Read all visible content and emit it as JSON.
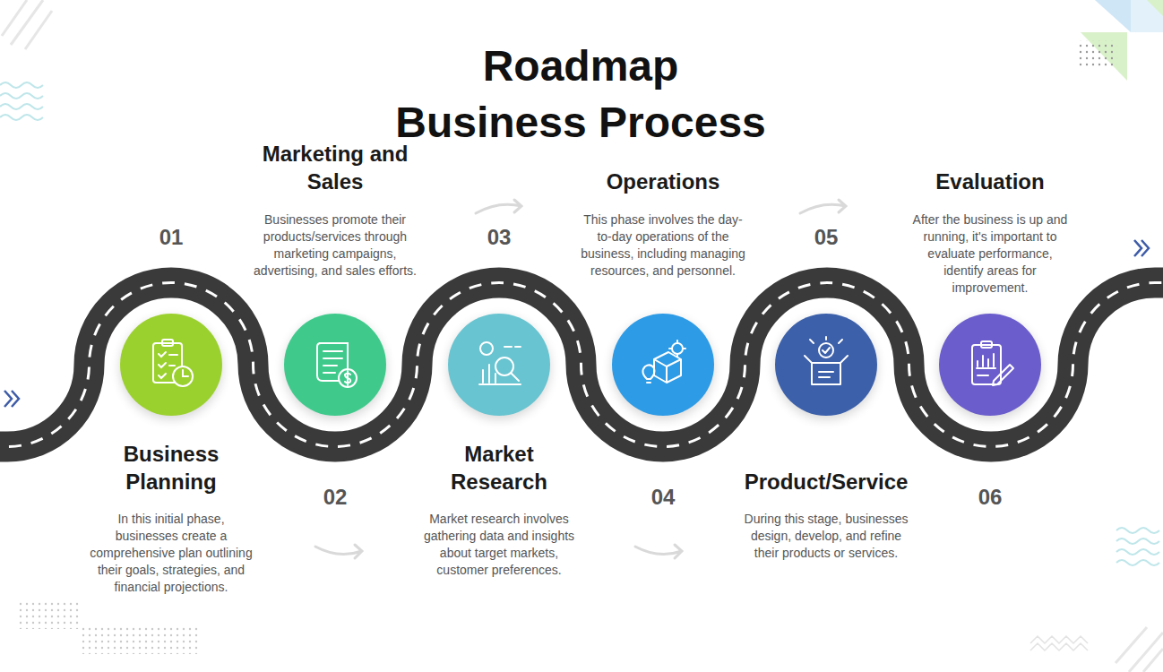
{
  "diagram": {
    "title": "Roadmap Business Process",
    "nodes": [
      {
        "text": [
          "Business Planning",
          "In this initial phase, businesses create a comprehensive plan outlining their goals, strategies, and financial projections."
        ]
      },
      {
        "text": [
          "Marketing and Sales",
          "Businesses promote their products/services through marketing campaigns, advertising, and sales efforts."
        ]
      },
      {
        "text": [
          "Market Research",
          "Market research involves gathering data and insights about target markets, customer preferences."
        ]
      },
      {
        "text": [
          "Operations",
          "This phase involves the day-to-day operations of the business, including managing resources, and personnel."
        ]
      },
      {
        "text": [
          "Product/Service",
          "During this stage, businesses design, develop, and refine their products or services."
        ]
      },
      {
        "text": [
          "Evaluation",
          "After the business is up and running, it's important to evaluate performance, identify areas for improvement."
        ]
      }
    ],
    "labels": [
      "01",
      "02",
      "03",
      "04",
      "05",
      "06"
    ]
  }
}
